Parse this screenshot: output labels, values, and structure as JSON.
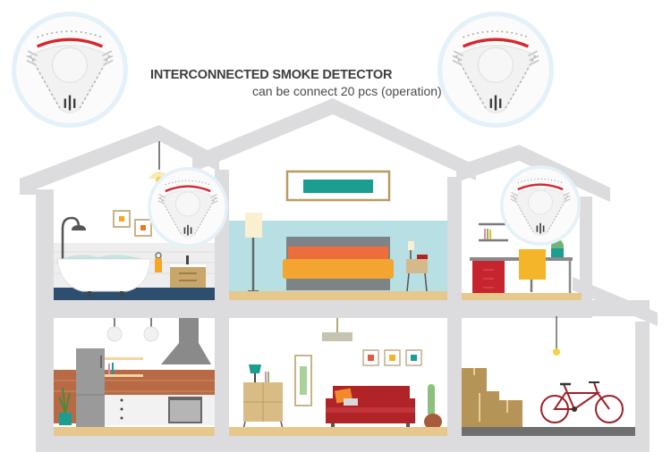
{
  "header": {
    "title": "INTERCONNECTED SMOKE DETECTOR",
    "subtitle": "can be connect 20 pcs (operation)"
  },
  "colors": {
    "house_outline": "#dcdcde",
    "detector_red": "#d8262c",
    "bedroom_wall": "#b8dfe3",
    "art_teal": "#1a9e92",
    "sofa_red": "#b02327",
    "bed_orange": "#f2a531",
    "chair_yellow": "#f5b52b",
    "brick": "#b86a45",
    "floor_wood": "#e6c88c",
    "box_brown": "#b69457",
    "bicycle_red": "#9e2028",
    "bath_floor_blue": "#2d4e6e"
  },
  "detectors": [
    {
      "id": "detector-top-left",
      "label": "smoke detector"
    },
    {
      "id": "detector-top-right",
      "label": "smoke detector"
    },
    {
      "id": "detector-bathroom",
      "label": "smoke detector"
    },
    {
      "id": "detector-office",
      "label": "smoke detector"
    }
  ],
  "rooms": [
    {
      "id": "bathroom",
      "label": "Bathroom"
    },
    {
      "id": "bedroom",
      "label": "Bedroom"
    },
    {
      "id": "office",
      "label": "Office"
    },
    {
      "id": "kitchen",
      "label": "Kitchen"
    },
    {
      "id": "living-room",
      "label": "Living room"
    },
    {
      "id": "garage",
      "label": "Garage"
    }
  ]
}
